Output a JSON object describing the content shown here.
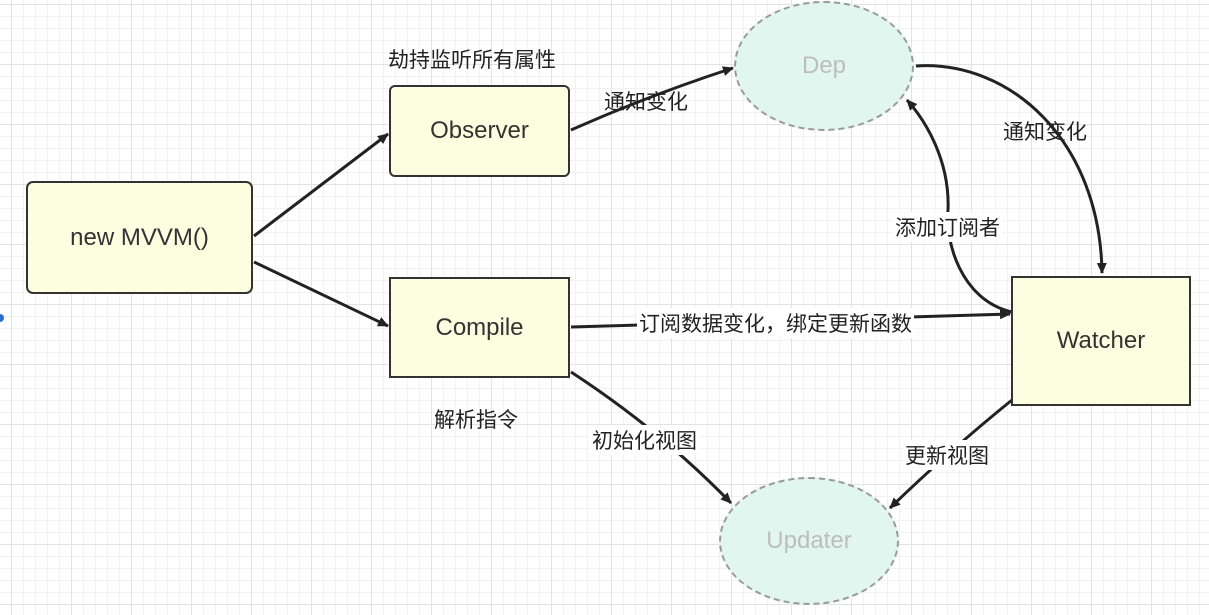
{
  "nodes": {
    "mvvm": "new MVVM()",
    "observer": "Observer",
    "compile": "Compile",
    "watcher": "Watcher",
    "dep": "Dep",
    "updater": "Updater"
  },
  "annotations": {
    "observer_note": "劫持监听所有属性",
    "compile_note": "解析指令"
  },
  "edges": {
    "observer_to_dep": "通知变化",
    "dep_to_watcher": "通知变化",
    "watcher_to_dep": "添加订阅者",
    "compile_to_watcher": "订阅数据变化，绑定更新函数",
    "compile_to_updater": "初始化视图",
    "watcher_to_updater": "更新视图"
  },
  "colors": {
    "box_fill": "#fdfde0",
    "ellipse_fill": "#e2f6f0",
    "stroke": "#333333"
  }
}
